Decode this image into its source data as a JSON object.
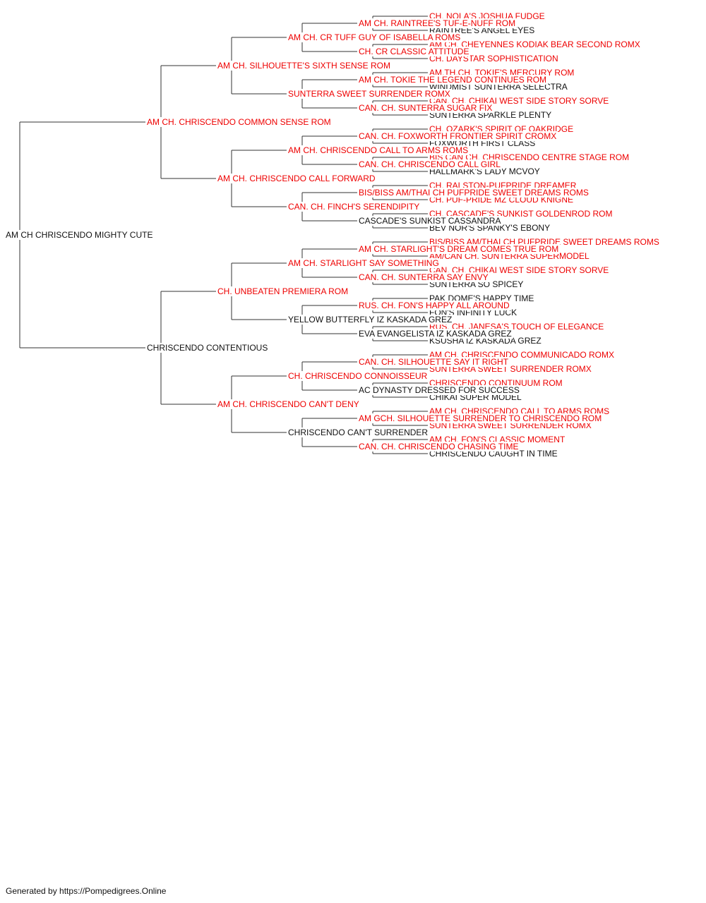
{
  "pedigree": {
    "name": "AM CH CHRISCENDO MIGHTY CUTE",
    "champ": false,
    "sire": {
      "name": "AM CH. CHRISCENDO COMMON SENSE ROM",
      "champ": true,
      "sire": {
        "name": "AM CH. SILHOUETTE'S SIXTH SENSE ROM",
        "champ": true,
        "sire": {
          "name": "AM CH. CR TUFF GUY OF ISABELLA ROMS",
          "champ": true,
          "sire": {
            "name": "AM CH. RAINTREE'S TUF-E-NUFF ROM",
            "champ": true,
            "sire": {
              "name": "CH. NOLA'S JOSHUA FUDGE",
              "champ": true
            },
            "dam": {
              "name": "RAINTREE'S ANGEL EYES",
              "champ": false
            }
          },
          "dam": {
            "name": "CH. CR CLASSIC ATTITUDE",
            "champ": true,
            "sire": {
              "name": "AM CH. CHEYENNES KODIAK BEAR SECOND ROMX",
              "champ": true
            },
            "dam": {
              "name": "CH. DAYSTAR SOPHISTICATION",
              "champ": true
            }
          }
        },
        "dam": {
          "name": "SUNTERRA SWEET SURRENDER ROMX",
          "champ": true,
          "sire": {
            "name": "AM CH. TOKIE THE LEGEND CONTINUES ROM",
            "champ": true,
            "sire": {
              "name": "AM.TH.CH. TOKIE'S MERCURY ROM",
              "champ": true
            },
            "dam": {
              "name": "WINDMIST SUNTERRA SELECTRA",
              "champ": false
            }
          },
          "dam": {
            "name": "CAN. CH. SUNTERRA SUGAR FIX",
            "champ": true,
            "sire": {
              "name": "CAN. CH. CHIKAI WEST SIDE STORY SORVE",
              "champ": true
            },
            "dam": {
              "name": "SUNTERRA SPARKLE PLENTY",
              "champ": false
            }
          }
        }
      },
      "dam": {
        "name": "AM CH. CHRISCENDO CALL FORWARD",
        "champ": true,
        "sire": {
          "name": "AM CH. CHRISCENDO CALL TO ARMS ROMS",
          "champ": true,
          "sire": {
            "name": "CAN. CH. FOXWORTH FRONTIER SPIRIT CROMX",
            "champ": true,
            "sire": {
              "name": "CH. OZARK'S SPIRIT OF OAKRIDGE",
              "champ": true
            },
            "dam": {
              "name": "FOXWORTH FIRST CLASS",
              "champ": false
            }
          },
          "dam": {
            "name": "CAN. CH. CHRISCENDO CALL GIRL",
            "champ": true,
            "sire": {
              "name": "BIS CAN CH. CHRISCENDO CENTRE STAGE ROM",
              "champ": true
            },
            "dam": {
              "name": "HALLMARK'S LADY MCVOY",
              "champ": false
            }
          }
        },
        "dam": {
          "name": "CAN. CH. FINCH'S SERENDIPITY",
          "champ": true,
          "sire": {
            "name": "BIS/BISS AM/THAI CH PUFPRIDE SWEET DREAMS ROMS",
            "champ": true,
            "sire": {
              "name": "CH. RALSTON-PUFPRIDE DREAMER",
              "champ": true
            },
            "dam": {
              "name": "CH. PUF-PRIDE MZ CLOUD KNIGNE",
              "champ": true
            }
          },
          "dam": {
            "name": "CASCADE'S SUNKIST CASSANDRA",
            "champ": false,
            "sire": {
              "name": "CH. CASCADE'S SUNKIST GOLDENROD ROM",
              "champ": true
            },
            "dam": {
              "name": "BEV NOR'S SPANKY'S EBONY",
              "champ": false
            }
          }
        }
      }
    },
    "dam": {
      "name": "CHRISCENDO CONTENTIOUS",
      "champ": false,
      "sire": {
        "name": "CH. UNBEATEN PREMIERA ROM",
        "champ": true,
        "sire": {
          "name": "AM CH. STARLIGHT SAY SOMETHING",
          "champ": true,
          "sire": {
            "name": "AM CH. STARLIGHT'S DREAM COMES TRUE ROM",
            "champ": true,
            "sire": {
              "name": "BIS/BISS AM/THAI CH PUFPRIDE SWEET DREAMS ROMS",
              "champ": true
            },
            "dam": {
              "name": "AM/CAN CH. SUNTERRA SUPERMODEL",
              "champ": true
            }
          },
          "dam": {
            "name": "CAN. CH. SUNTERRA SAY ENVY",
            "champ": true,
            "sire": {
              "name": "CAN. CH. CHIKAI WEST SIDE STORY SORVE",
              "champ": true
            },
            "dam": {
              "name": "SUNTERRA SO SPICEY",
              "champ": false
            }
          }
        },
        "dam": {
          "name": "YELLOW BUTTERFLY IZ KASKADA GREZ",
          "champ": false,
          "sire": {
            "name": "RUS. CH. FON'S HAPPY ALL AROUND",
            "champ": true,
            "sire": {
              "name": "PAK DOME'S HAPPY TIME",
              "champ": false
            },
            "dam": {
              "name": "FON'S INFINITY LUCK",
              "champ": false
            }
          },
          "dam": {
            "name": "EVA EVANGELISTA IZ KASKADA GREZ",
            "champ": false,
            "sire": {
              "name": "RUS. CH. JANESA'S TOUCH OF ELEGANCE",
              "champ": true
            },
            "dam": {
              "name": "KSUSHA IZ KASKADA GREZ",
              "champ": false
            }
          }
        }
      },
      "dam": {
        "name": "AM CH. CHRISCENDO CAN'T DENY",
        "champ": true,
        "sire": {
          "name": "CH. CHRISCENDO CONNOISSEUR",
          "champ": true,
          "sire": {
            "name": "CAN. CH. SILHOUETTE SAY IT RIGHT",
            "champ": true,
            "sire": {
              "name": "AM CH. CHRISCENDO COMMUNICADO ROMX",
              "champ": true
            },
            "dam": {
              "name": "SUNTERRA SWEET SURRENDER ROMX",
              "champ": true
            }
          },
          "dam": {
            "name": "AC DYNASTY DRESSED FOR SUCCESS",
            "champ": false,
            "sire": {
              "name": "CHRISCENDO CONTINUUM ROM",
              "champ": true
            },
            "dam": {
              "name": "CHIKAI SUPER MODEL",
              "champ": false
            }
          }
        },
        "dam": {
          "name": "CHRISCENDO CAN'T SURRENDER",
          "champ": false,
          "sire": {
            "name": "AM GCH. SILHOUETTE SURRENDER TO CHRISCENDO ROM",
            "champ": true,
            "sire": {
              "name": "AM CH. CHRISCENDO CALL TO ARMS ROMS",
              "champ": true
            },
            "dam": {
              "name": "SUNTERRA SWEET SURRENDER ROMX",
              "champ": true
            }
          },
          "dam": {
            "name": "CAN. CH. CHRISCENDO CHASING TIME",
            "champ": true,
            "sire": {
              "name": "AM CH. FON'S CLASSIC MOMENT",
              "champ": true
            },
            "dam": {
              "name": "CHRISCENDO CAUGHT IN TIME",
              "champ": false
            }
          }
        }
      }
    }
  },
  "footer": "Generated by https://Pompedigrees.Online",
  "colors": {
    "champion": "#ee0000",
    "plain": "#111111",
    "line": "#333333"
  }
}
